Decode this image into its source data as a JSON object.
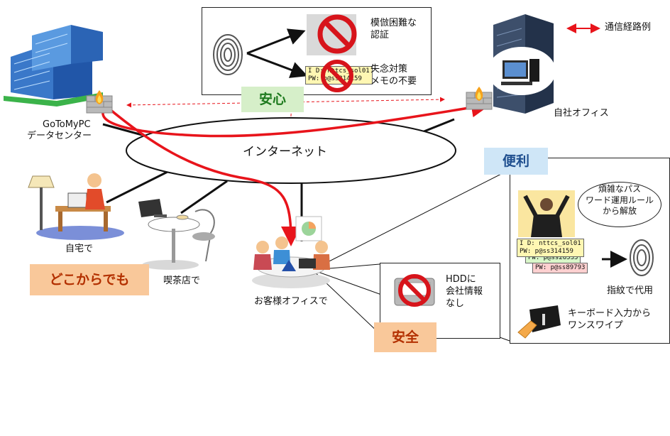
{
  "legend": {
    "route_label": "通信経路例"
  },
  "places": {
    "datacenter": {
      "line1": "GoToMyPC",
      "line2": "データセンター"
    },
    "office": "自社オフィス",
    "internet": "インターネット",
    "home": "自宅で",
    "cafe": "喫茶店で",
    "customer": "お客様オフィスで"
  },
  "security_panel": {
    "item1": {
      "line1": "模倣困難な",
      "line2": "認証"
    },
    "item2": {
      "line1": "失念対策",
      "line2": "メモの不要"
    },
    "card_line1": "I D: nttcs_sol01",
    "card_line2": "PW: p@ss314159",
    "badge": "安心"
  },
  "convenience_panel": {
    "badge": "便利",
    "bubble": {
      "line1": "煩雑なパス",
      "line2": "ワード運用ルール",
      "line3": "から解放"
    },
    "cards": [
      {
        "line1": "I D: nttcs_sol01",
        "line2": "PW: p@ss314159"
      },
      {
        "line1": "PW: p@ss26535"
      },
      {
        "line1": "PW: p@ss89793"
      }
    ],
    "fingerprint_label": "指紋で代用",
    "keyboard_label": {
      "line1": "キーボード入力から",
      "line2": "ワンスワイプ"
    }
  },
  "safety_panel": {
    "hdd": {
      "line1": "HDDに",
      "line2": "会社情報",
      "line3": "なし"
    },
    "badge": "安全"
  },
  "anywhere_badge": "どこからでも",
  "colors": {
    "route": "#e8141b",
    "badge_green": "#d6efc9",
    "badge_blue": "#cfe6f7",
    "badge_orange": "#f9c89a",
    "prohibit": "#d7141b"
  }
}
